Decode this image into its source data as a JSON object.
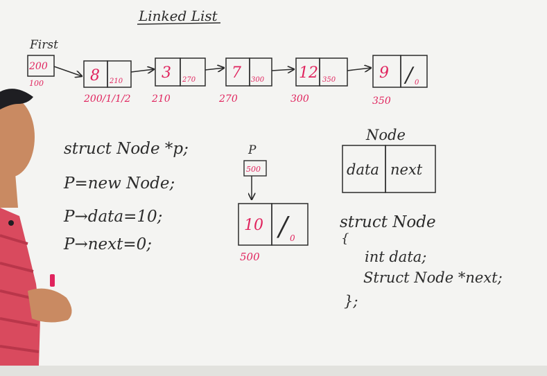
{
  "title": "Linked List",
  "colors": {
    "ink": "#2b2b2b",
    "red": "#e0245e",
    "board": "#f4f4f2",
    "shirt": "#d94a5e",
    "skin": "#c98a62",
    "hair": "#1e1e22"
  },
  "first_pointer": {
    "label": "First",
    "value": "200",
    "address": "100"
  },
  "nodes": [
    {
      "data": "8",
      "next": "210",
      "address": "200/1/1/2"
    },
    {
      "data": "3",
      "next": "270",
      "address": "210"
    },
    {
      "data": "7",
      "next": "300",
      "address": "270"
    },
    {
      "data": "12",
      "next": "350",
      "address": "300"
    },
    {
      "data": "9",
      "next": "/",
      "null_mark": "0",
      "address": "350"
    }
  ],
  "code_left": [
    "struct Node *p;",
    "P=new Node;",
    "P→data=10;",
    "P→next=0;"
  ],
  "p_pointer": {
    "label": "P",
    "value": "500"
  },
  "new_node": {
    "data": "10",
    "next": "/",
    "null_mark": "0",
    "address": "500"
  },
  "node_diagram": {
    "title": "Node",
    "field1": "data",
    "field2": "next"
  },
  "struct_def": [
    "struct Node",
    "{",
    "int data;",
    "Struct Node *next;",
    "};"
  ]
}
